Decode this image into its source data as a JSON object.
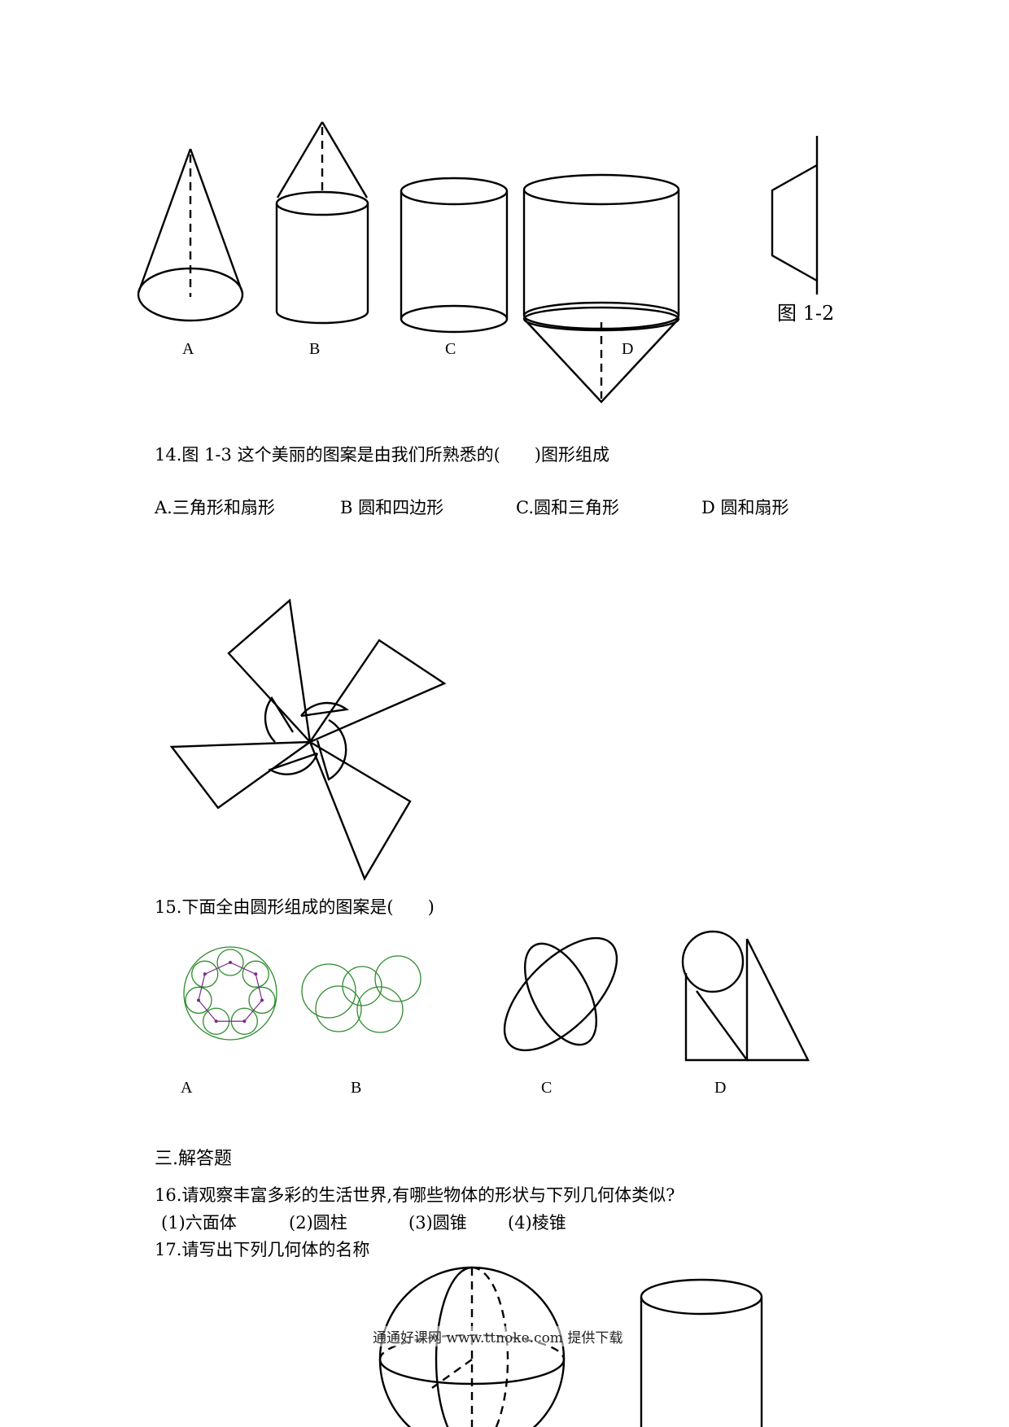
{
  "figure_1_2": {
    "labels": [
      "A",
      "B",
      "C",
      "D"
    ],
    "caption": "图 1-2"
  },
  "q14": {
    "stem": "14.图 1-3 这个美丽的图案是由我们所熟悉的(　　)图形组成",
    "options": [
      "A.三角形和扇形",
      "B 圆和四边形",
      "C.圆和三角形",
      "D 圆和扇形"
    ]
  },
  "q15": {
    "stem": "15.下面全由圆形组成的图案是(　　)",
    "labels": [
      "A",
      "B",
      "C",
      "D"
    ]
  },
  "section3": {
    "heading": "三.解答题"
  },
  "q16": {
    "stem": "16.请观察丰富多彩的生活世界,有哪些物体的形状与下列几何体类似?",
    "items": [
      "(1)六面体",
      "(2)圆柱",
      "(3)圆锥",
      "(4)棱锥"
    ]
  },
  "q17": {
    "stem": "17.请写出下列几何体的名称"
  },
  "footer": {
    "text": "通通好课网 www.ttnoke.com 提供下载"
  },
  "colors": {
    "ink": "#000000",
    "circle_green": "#2e8b2e",
    "dot_purple": "#7a2a8a"
  }
}
